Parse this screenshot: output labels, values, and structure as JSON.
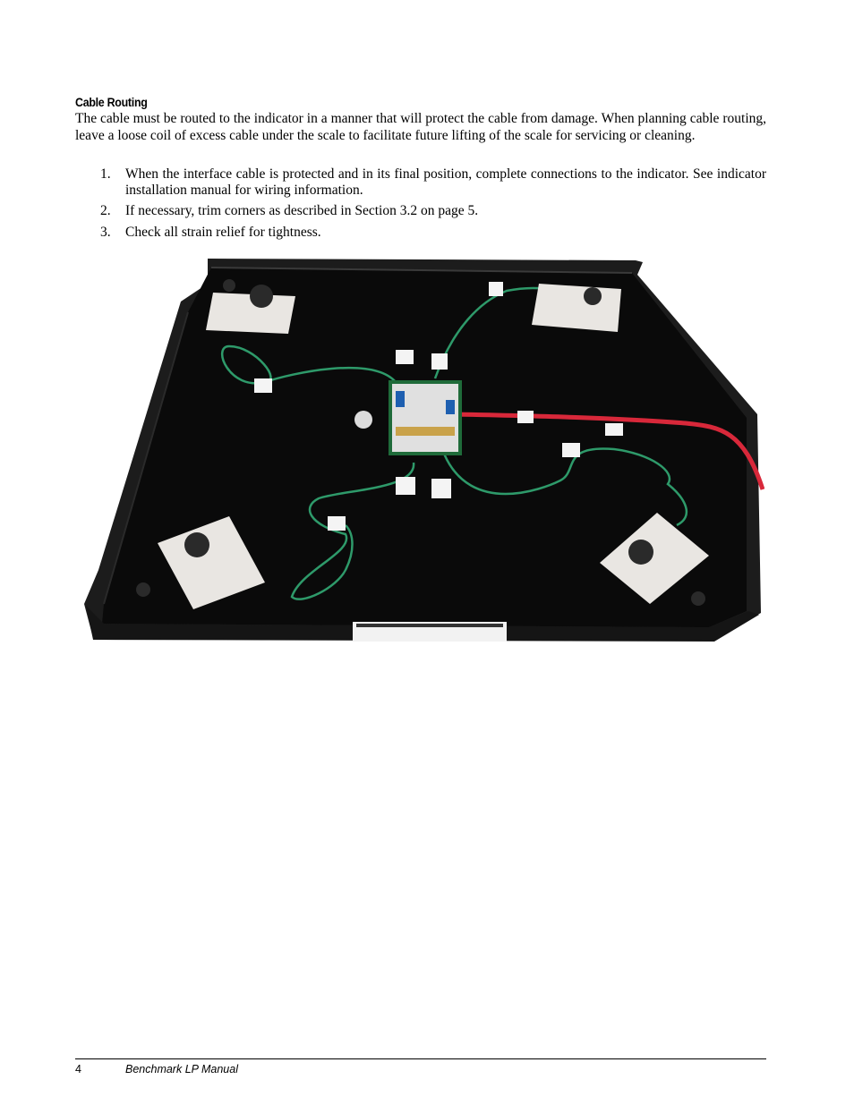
{
  "section": {
    "heading": "Cable Routing",
    "intro": "The cable must be routed to the indicator in a manner that will protect the cable from damage. When planning cable routing, leave a loose coil of excess cable under the scale to facilitate future lifting of the scale for servicing or cleaning."
  },
  "steps": [
    {
      "number": "1.",
      "text": "When the interface cable is protected and in its final position, complete connections to the indicator. See indicator installation manual for wiring information."
    },
    {
      "number": "2.",
      "text": "If necessary, trim corners as described in Section 3.2 on page 5."
    },
    {
      "number": "3.",
      "text": "Check all strain relief for tightness."
    }
  ],
  "footer": {
    "page_number": "4",
    "manual_title": "Benchmark LP Manual"
  },
  "colors": {
    "base": "#0a0a0a",
    "rim": "#1c1c1c",
    "cable_main": "#d8283a",
    "cable_green": "#2e9a6a",
    "plate": "#e9e6e2",
    "board": "#1f6b3a"
  }
}
